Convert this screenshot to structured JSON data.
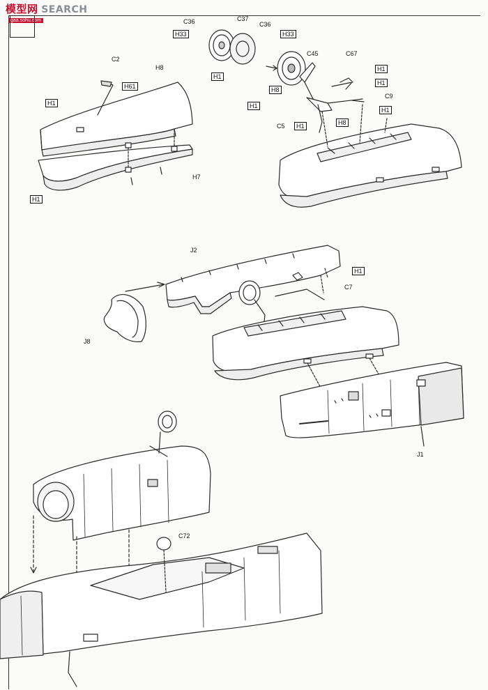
{
  "watermark": {
    "cn": "模型网",
    "en": "SEARCH",
    "sub": "gaa.sohu.com"
  },
  "labels": {
    "c36_a": "C36",
    "c37": "C37",
    "c36_b": "C36",
    "h33_a": "H33",
    "h33_b": "H33",
    "h1_wheel": "H1",
    "c45": "C45",
    "c67": "C67",
    "h1_r1": "H1",
    "h1_r2": "H1",
    "h8_strut": "H8",
    "c9": "C9",
    "h1_r3": "H1",
    "h1_left_s": "H1",
    "c5": "C5",
    "h1_r4": "H1",
    "h8_r": "H8",
    "c2": "C2",
    "h8_top": "H8",
    "h61": "H61",
    "h1_tl": "H1",
    "h7": "H7",
    "h1_bl": "H1",
    "j2": "J2",
    "h1_mid": "H1",
    "c7": "C7",
    "j8": "J8",
    "j1": "J1",
    "c72": "C72"
  }
}
